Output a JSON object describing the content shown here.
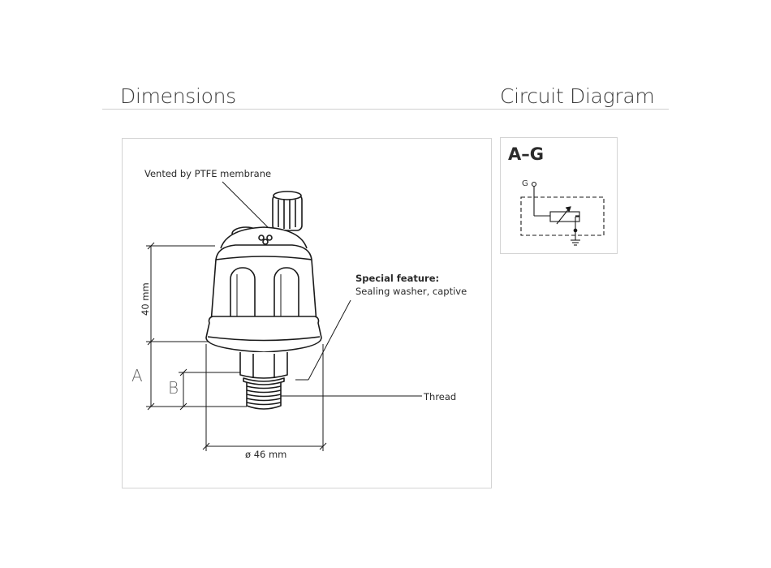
{
  "headings": {
    "dimensions": "Dimensions",
    "circuit": "Circuit Diagram"
  },
  "dimensions": {
    "vent_label": "Vented by PTFE membrane",
    "special_title": "Special feature:",
    "special_text": "Sealing washer, captive",
    "thread_label": "Thread",
    "height_label": "40 mm",
    "diameter_label": "ø 46 mm",
    "label_a": "A",
    "label_b": "B"
  },
  "circuit": {
    "title": "A–G",
    "terminal": "G"
  },
  "colors": {
    "line": "#1a1a1a",
    "panel_border": "#d4d4d4",
    "rule": "#cfcfcf"
  }
}
